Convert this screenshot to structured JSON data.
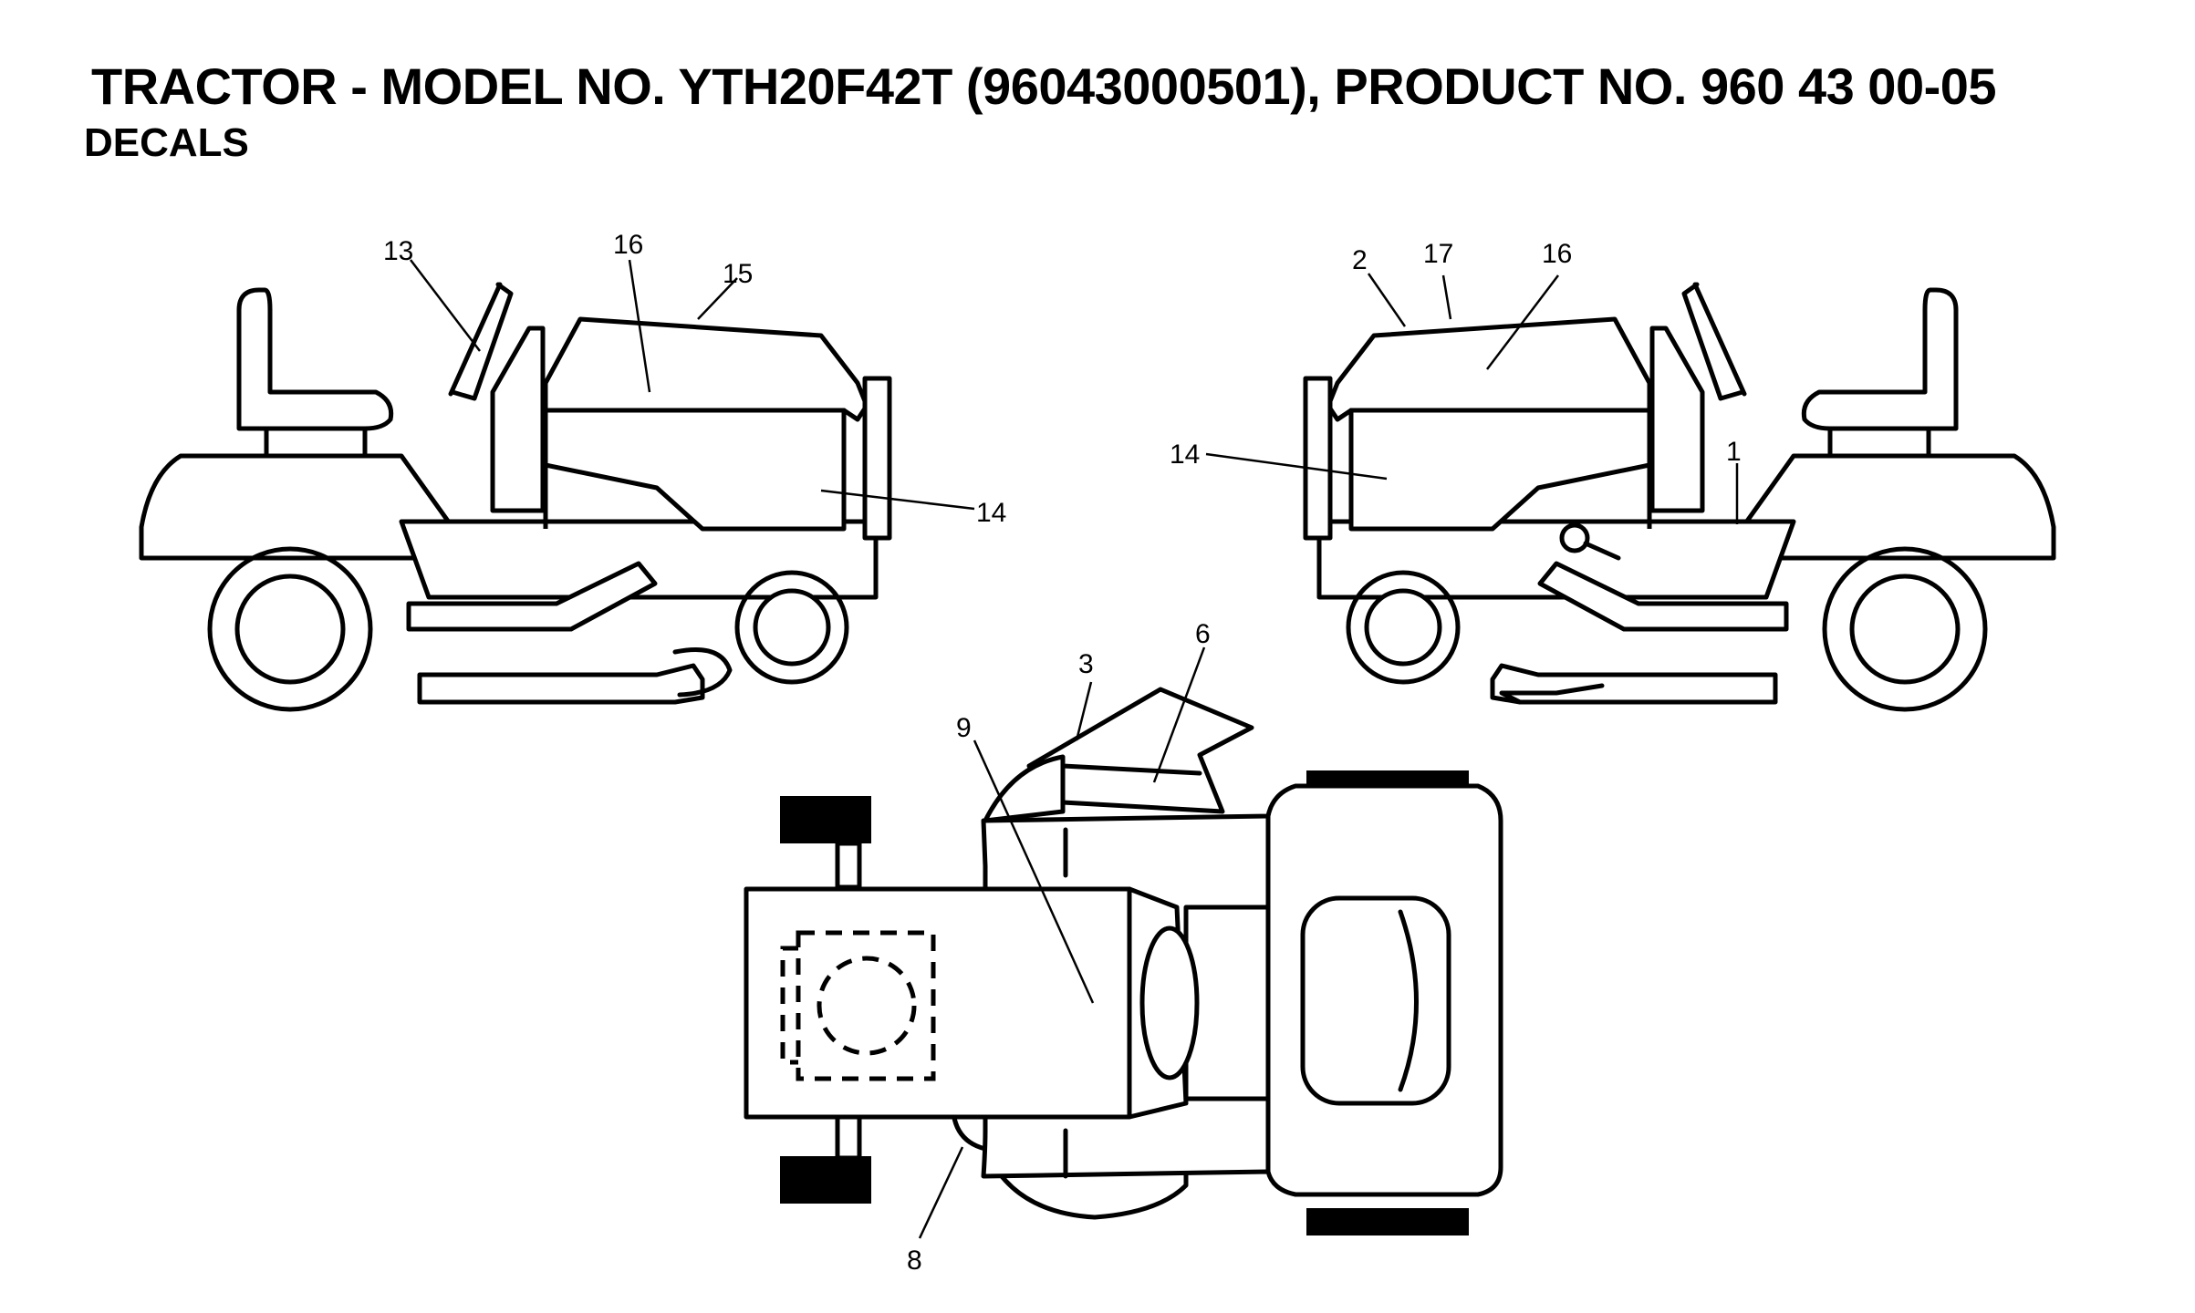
{
  "header": {
    "title": "TRACTOR - MODEL NO. YTH20F42T (96043000501), PRODUCT NO. 960 43 00-05",
    "subtitle": "DECALS"
  },
  "callouts": {
    "left_view": [
      "13",
      "16",
      "15",
      "14"
    ],
    "right_view": [
      "2",
      "17",
      "16",
      "14",
      "1"
    ],
    "top_view": [
      "3",
      "6",
      "9",
      "8"
    ]
  },
  "colors": {
    "line": "#000000",
    "background": "#ffffff"
  }
}
